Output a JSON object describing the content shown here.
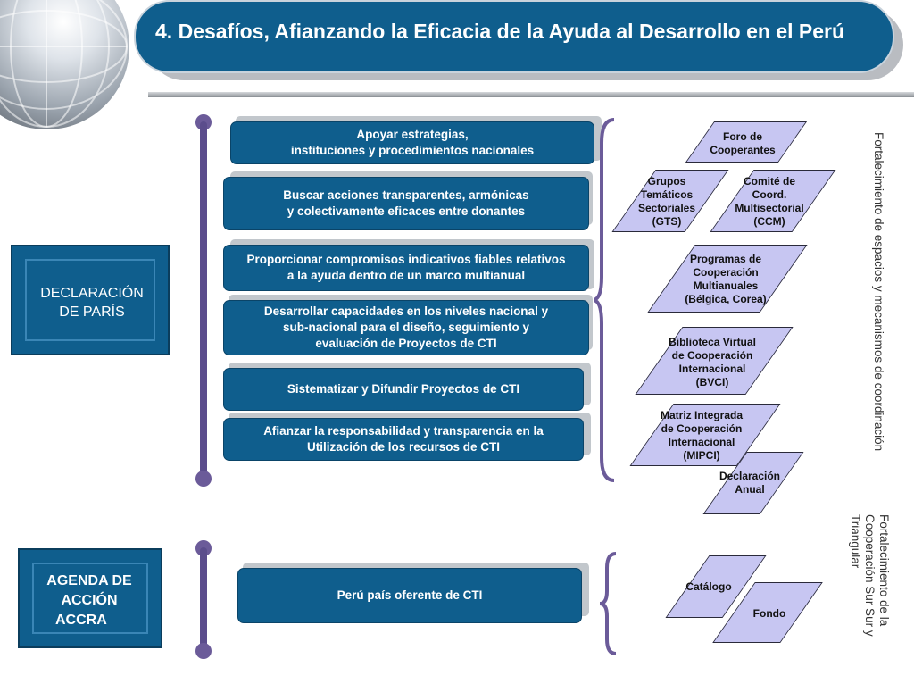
{
  "title": "4. Desafíos, Afianzando la Eficacia de la Ayuda al Desarrollo en el Perú",
  "left_boxes": {
    "paris": [
      "DECLARACIÓN",
      "DE PARÍS"
    ],
    "accra": [
      "AGENDA DE",
      "ACCIÓN",
      "ACCRA"
    ]
  },
  "actions": [
    [
      "Apoyar estrategias,",
      "instituciones y procedimientos nacionales"
    ],
    [
      "Buscar acciones transparentes, armónicas",
      "y colectivamente eficaces entre donantes"
    ],
    [
      "Proporcionar compromisos indicativos fiables relativos",
      "a la ayuda dentro de un marco multianual"
    ],
    [
      "Desarrollar capacidades en los niveles nacional y",
      "sub-nacional para el diseño, seguimiento y",
      "evaluación  de Proyectos de CTI"
    ],
    [
      "Sistematizar y Difundir Proyectos de CTI"
    ],
    [
      "Afianzar la responsabilidad y transparencia en la",
      "Utilización de los recursos de CTI"
    ],
    [
      "Perú país oferente de CTI"
    ]
  ],
  "mechanisms": [
    [
      "Foro de",
      "Cooperantes"
    ],
    [
      "Grupos",
      "Temáticos",
      "Sectoriales",
      "(GTS)"
    ],
    [
      "Comité de",
      "Coord.",
      "Multisectorial",
      "(CCM)"
    ],
    [
      "Programas de",
      "Cooperación",
      "Multianuales",
      "(Bélgica, Corea)"
    ],
    [
      "Biblioteca Virtual",
      "de Cooperación",
      "Internacional",
      "(BVCI)"
    ],
    [
      "Matriz Integrada",
      "de Cooperación",
      "Internacional",
      "(MIPCI)"
    ],
    [
      "Declaración",
      "Anual"
    ],
    [
      "Catálogo"
    ],
    [
      "Fondo"
    ]
  ],
  "vertical_labels": {
    "main": "Fortalecimiento de espacios y mecanismos de coordinación",
    "south": [
      "Fortalecimiento de la",
      "Cooperación Sur Sur  y",
      "Triangular"
    ]
  },
  "colors": {
    "primary": "#0f5e8d",
    "accent_purple": "#5b4d8c",
    "para_fill": "#c7c6f2"
  }
}
